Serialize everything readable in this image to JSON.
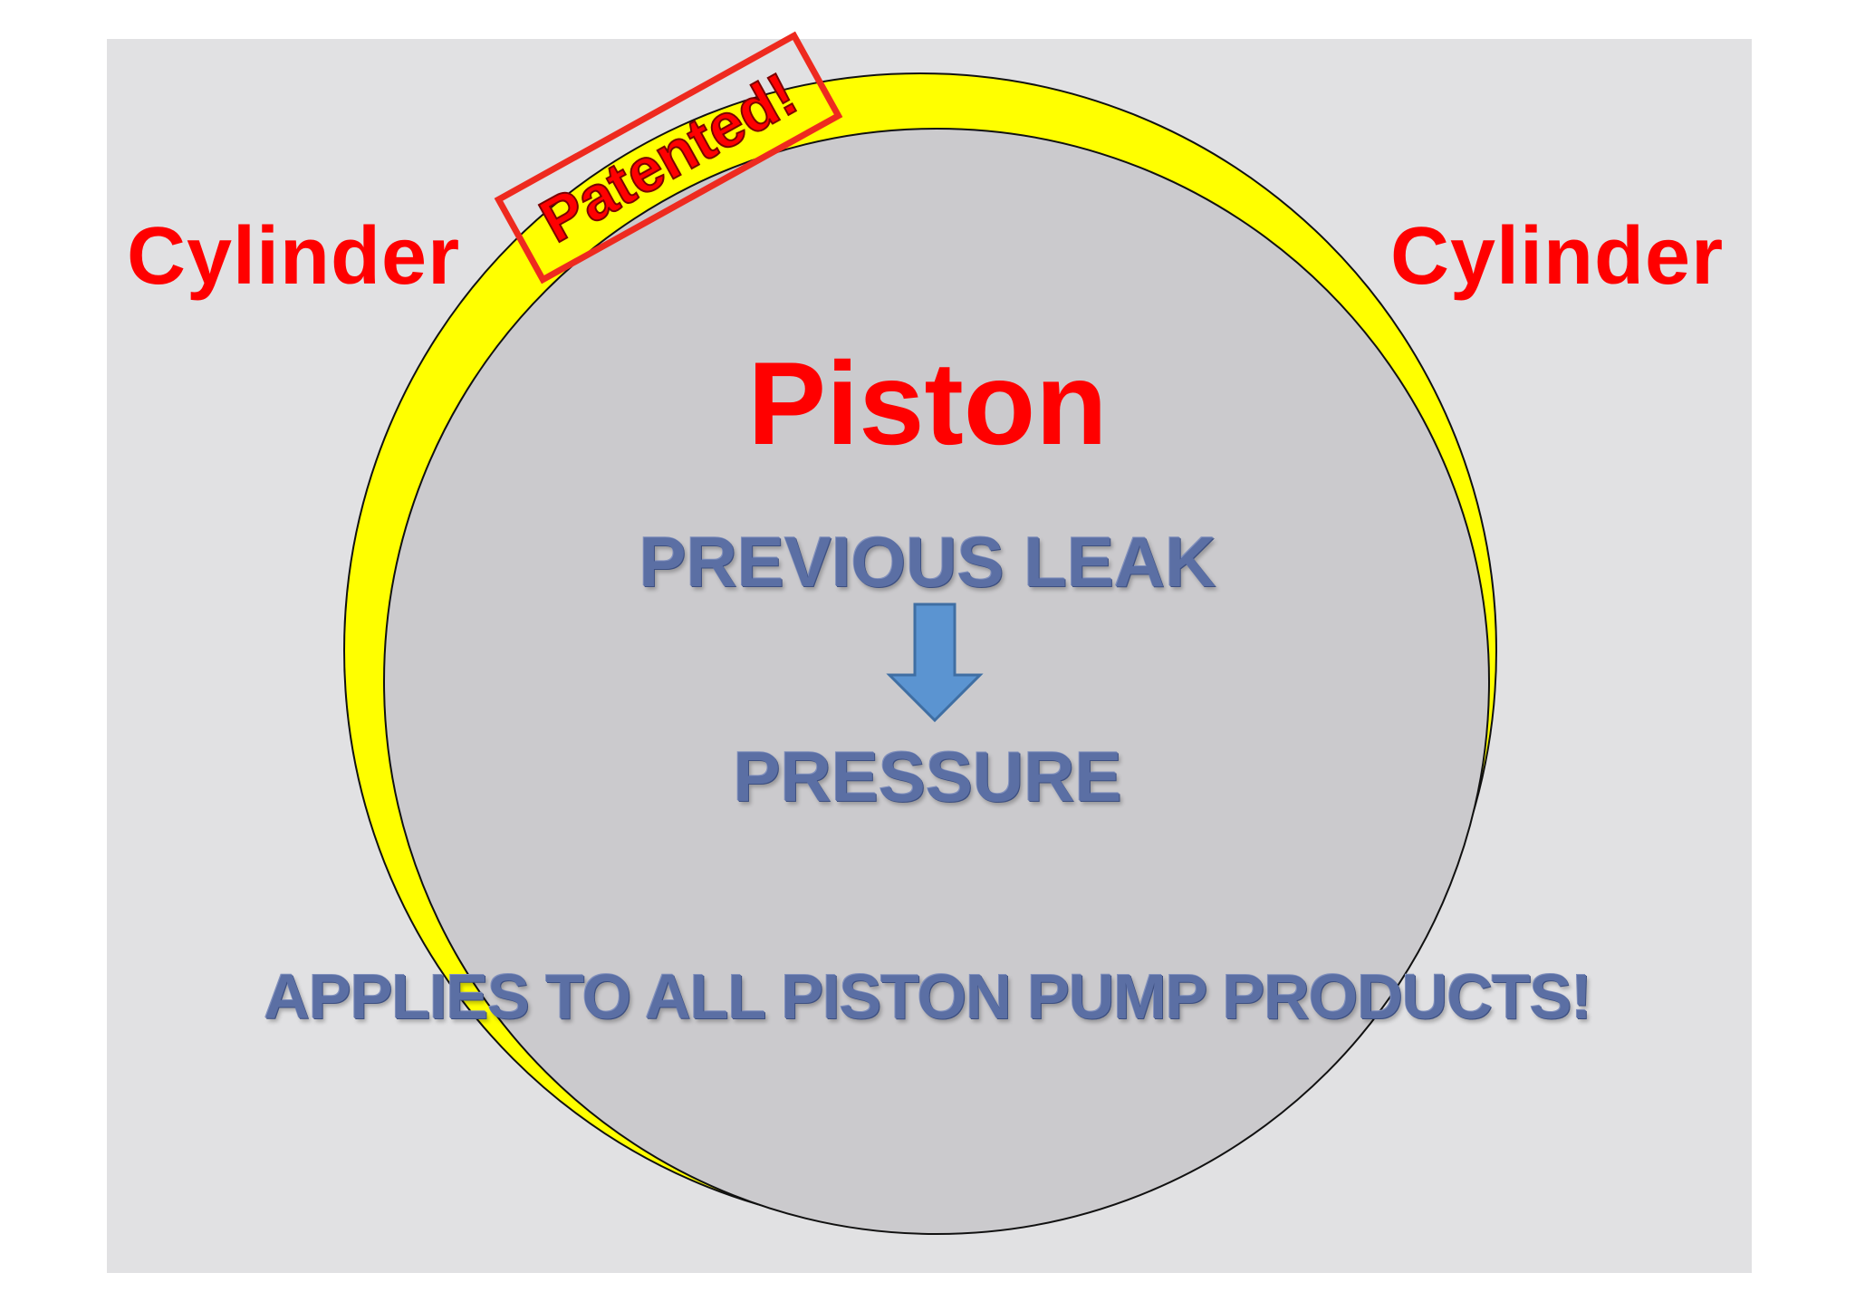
{
  "labels": {
    "cylinder_left": "Cylinder",
    "cylinder_right": "Cylinder",
    "piston": "Piston",
    "stamp": "Patented!",
    "previous_leak": "PREVIOUS LEAK",
    "pressure": "PRESSURE",
    "applies": "APPLIES TO ALL PISTON PUMP PRODUCTS!"
  },
  "icons": {
    "arrow": "arrow-down-icon"
  },
  "colors": {
    "slide_background": "#e1e1e3",
    "cylinder_ring": "#ffff00",
    "piston_fill": "#cbcacd",
    "red_text": "#ff0000",
    "blue_text": "#5b6fa4",
    "arrow_fill": "#5b94d1"
  }
}
